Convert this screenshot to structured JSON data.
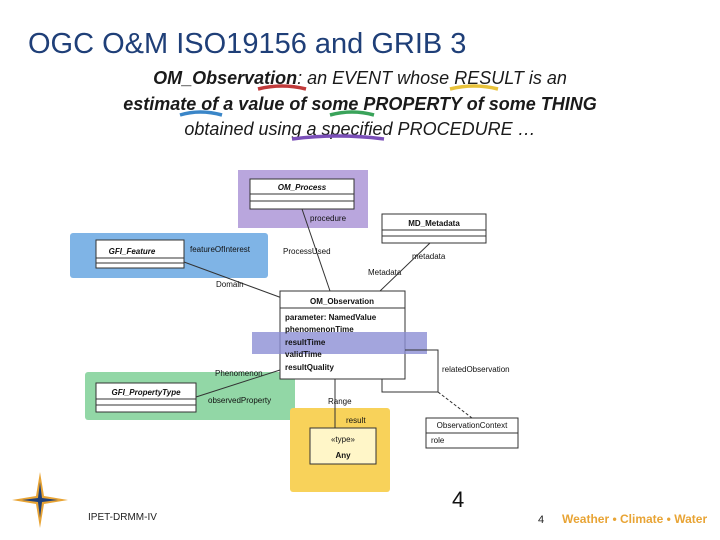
{
  "slide": {
    "title": "OGC O&M ISO19156 and GRIB 3",
    "line1": {
      "term": "OM_Observation",
      "rest": ": an EVENT whose RESULT is an"
    },
    "line2": "estimate of a value of some PROPERTY of some THING",
    "line3": "obtained using a specified PROCEDURE …"
  },
  "diagram": {
    "classes": {
      "process": "OM_Process",
      "feature": "GFI_Feature",
      "metadata": "MD_Metadata",
      "observation": "OM_Observation",
      "property_type": "GFI_PropertyType",
      "context": "ObservationContext",
      "any_stereotype": "«type»",
      "any": "Any"
    },
    "attributes": {
      "parameter": "parameter: NamedValue",
      "phenomenon_time": "phenomenonTime",
      "result_time": "resultTime",
      "valid_time": "validTime",
      "result_quality": "resultQuality",
      "role": "role"
    },
    "roles": {
      "procedure": "procedure",
      "process_used": "ProcessUsed",
      "feature_of_interest": "featureOfInterest",
      "domain": "Domain",
      "metadata_role": "metadata",
      "metadata_assoc": "Metadata",
      "phenomenon": "Phenomenon",
      "observed_property": "observedProperty",
      "range": "Range",
      "result": "result",
      "related_observation": "relatedObservation"
    },
    "colors": {
      "process_box": "#b9a6dd",
      "feature_box": "#7fb4e6",
      "property_box": "#92d7a6",
      "result_box": "#f8d25a",
      "time_band": "#8c8fd4",
      "title_text": "#1f3f78",
      "underline_red": "#c03a3a",
      "underline_yellow": "#e8c23a",
      "underline_blue": "#3a86c8",
      "underline_green": "#3aa35a",
      "underline_purple": "#7a4fb8"
    }
  },
  "footer": {
    "project": "IPET-DRMM-IV",
    "number": "4",
    "page": "4",
    "brand": "Weather • Climate • Water"
  }
}
